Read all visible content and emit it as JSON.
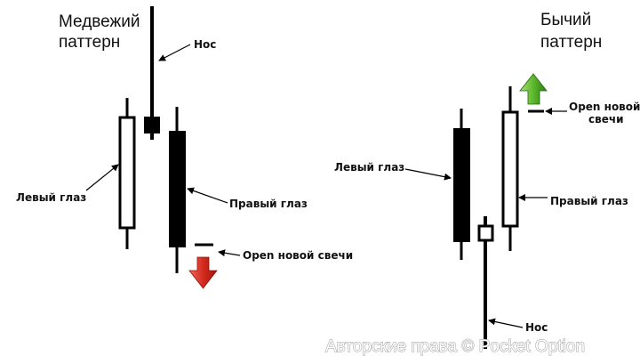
{
  "bearish": {
    "title_line1": "Медвежий",
    "title_line2": "паттерн",
    "nose_label": "Нос",
    "left_eye_label": "Левый глаз",
    "right_eye_label": "Правый глаз",
    "open_label": "Open новой свечи",
    "arrow_icon": "arrow-down-icon",
    "arrow_color": "#d42a1e"
  },
  "bullish": {
    "title_line1": "Бычий",
    "title_line2": "паттерн",
    "nose_label": "Нос",
    "left_eye_label": "Левый глаз",
    "right_eye_label": "Правый глаз",
    "open_label_line1": "Open новой",
    "open_label_line2": "свечи",
    "arrow_icon": "arrow-up-icon",
    "arrow_color": "#5cb82c"
  },
  "watermark": "Авторские права © Pocket Option"
}
